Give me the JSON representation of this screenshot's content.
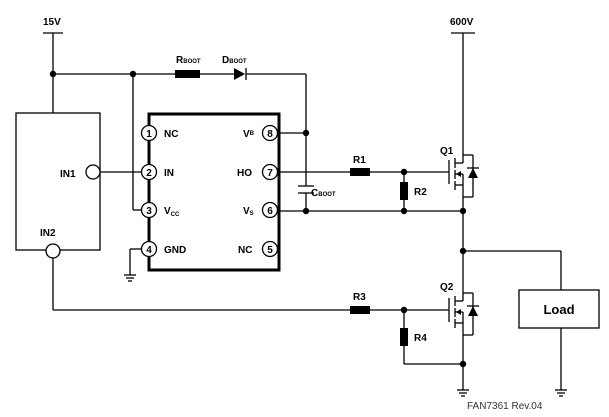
{
  "supply": {
    "low": "15V",
    "high": "600V"
  },
  "controller": {
    "in1": "IN1",
    "in2": "IN2"
  },
  "ic": {
    "pins": [
      {
        "num": "1",
        "name": "NC"
      },
      {
        "num": "2",
        "name": "IN"
      },
      {
        "num": "3",
        "name": "V",
        "sub": "CC"
      },
      {
        "num": "4",
        "name": "GND"
      },
      {
        "num": "8",
        "name": "V",
        "sub": "B"
      },
      {
        "num": "7",
        "name": "HO"
      },
      {
        "num": "6",
        "name": "V",
        "sub": "S"
      },
      {
        "num": "5",
        "name": "NC"
      }
    ]
  },
  "parts": {
    "rboot": {
      "main": "R",
      "sub": "BOOT"
    },
    "dboot": {
      "main": "D",
      "sub": "BOOT"
    },
    "cboot": {
      "main": "C",
      "sub": "BOOT"
    },
    "r1": "R1",
    "r2": "R2",
    "r3": "R3",
    "r4": "R4",
    "q1": "Q1",
    "q2": "Q2"
  },
  "load": "Load",
  "footer": "FAN7361  Rev.04"
}
